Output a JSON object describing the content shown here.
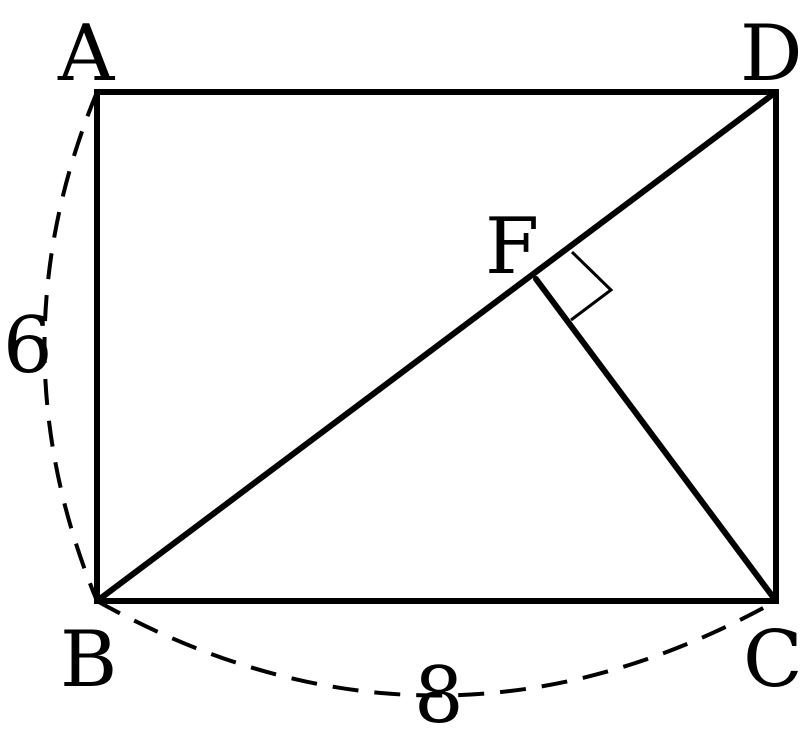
{
  "figure": {
    "vertices": {
      "A": "A",
      "B": "B",
      "C": "C",
      "D": "D",
      "F": "F"
    },
    "dimensions": {
      "AB": "6",
      "BC": "8"
    },
    "stroke_color": "#000000",
    "background": "#ffffff"
  }
}
